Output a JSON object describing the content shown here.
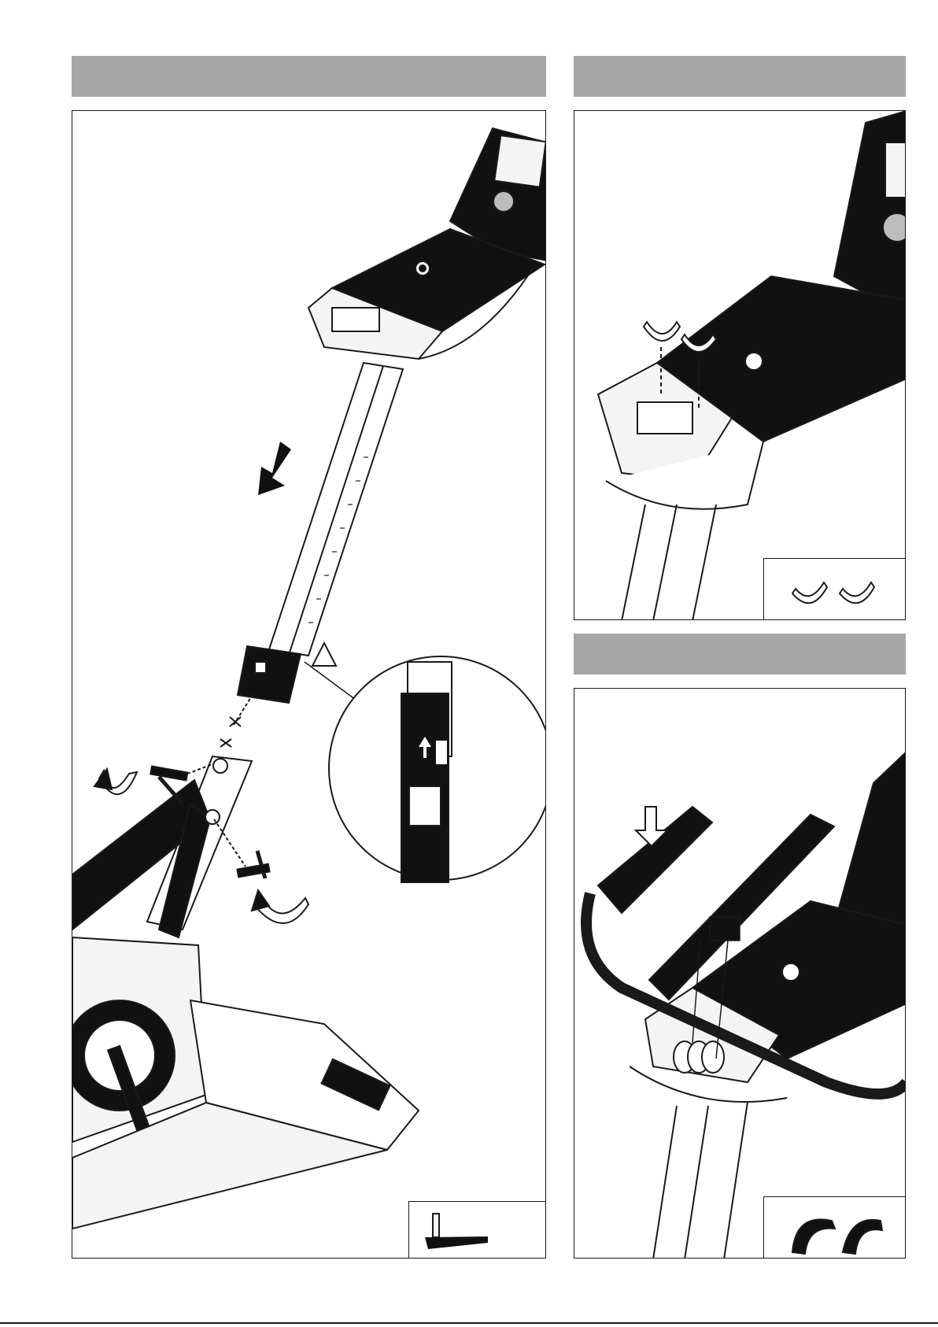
{
  "page": {
    "footer_marks": "· · ·"
  },
  "steps": [
    {
      "id": "step-left",
      "header_label": ""
    },
    {
      "id": "step-top-right",
      "header_label": ""
    },
    {
      "id": "step-bottom-right",
      "header_label": ""
    }
  ],
  "icons": {
    "left_arrow": "down-left-arrow-icon",
    "warning": "warning-triangle-icon",
    "rotate_a": "rotate-arrow-icon",
    "rotate_b": "rotate-arrow-icon",
    "knob_a": "knob-bolt-icon",
    "knob_b": "knob-bolt-icon",
    "detail_up": "up-arrow-icon",
    "press_down": "down-arrow-icon",
    "parts_bolt": "bolt-part-icon",
    "parts_clips": "half-shell-clip-icon",
    "parts_sleeves": "half-sleeve-icon"
  },
  "colors": {
    "header_gray": "#a6a6a6",
    "line": "#1a1a1a",
    "fill_dark": "#111111",
    "fill_light": "#f4f4f4"
  }
}
